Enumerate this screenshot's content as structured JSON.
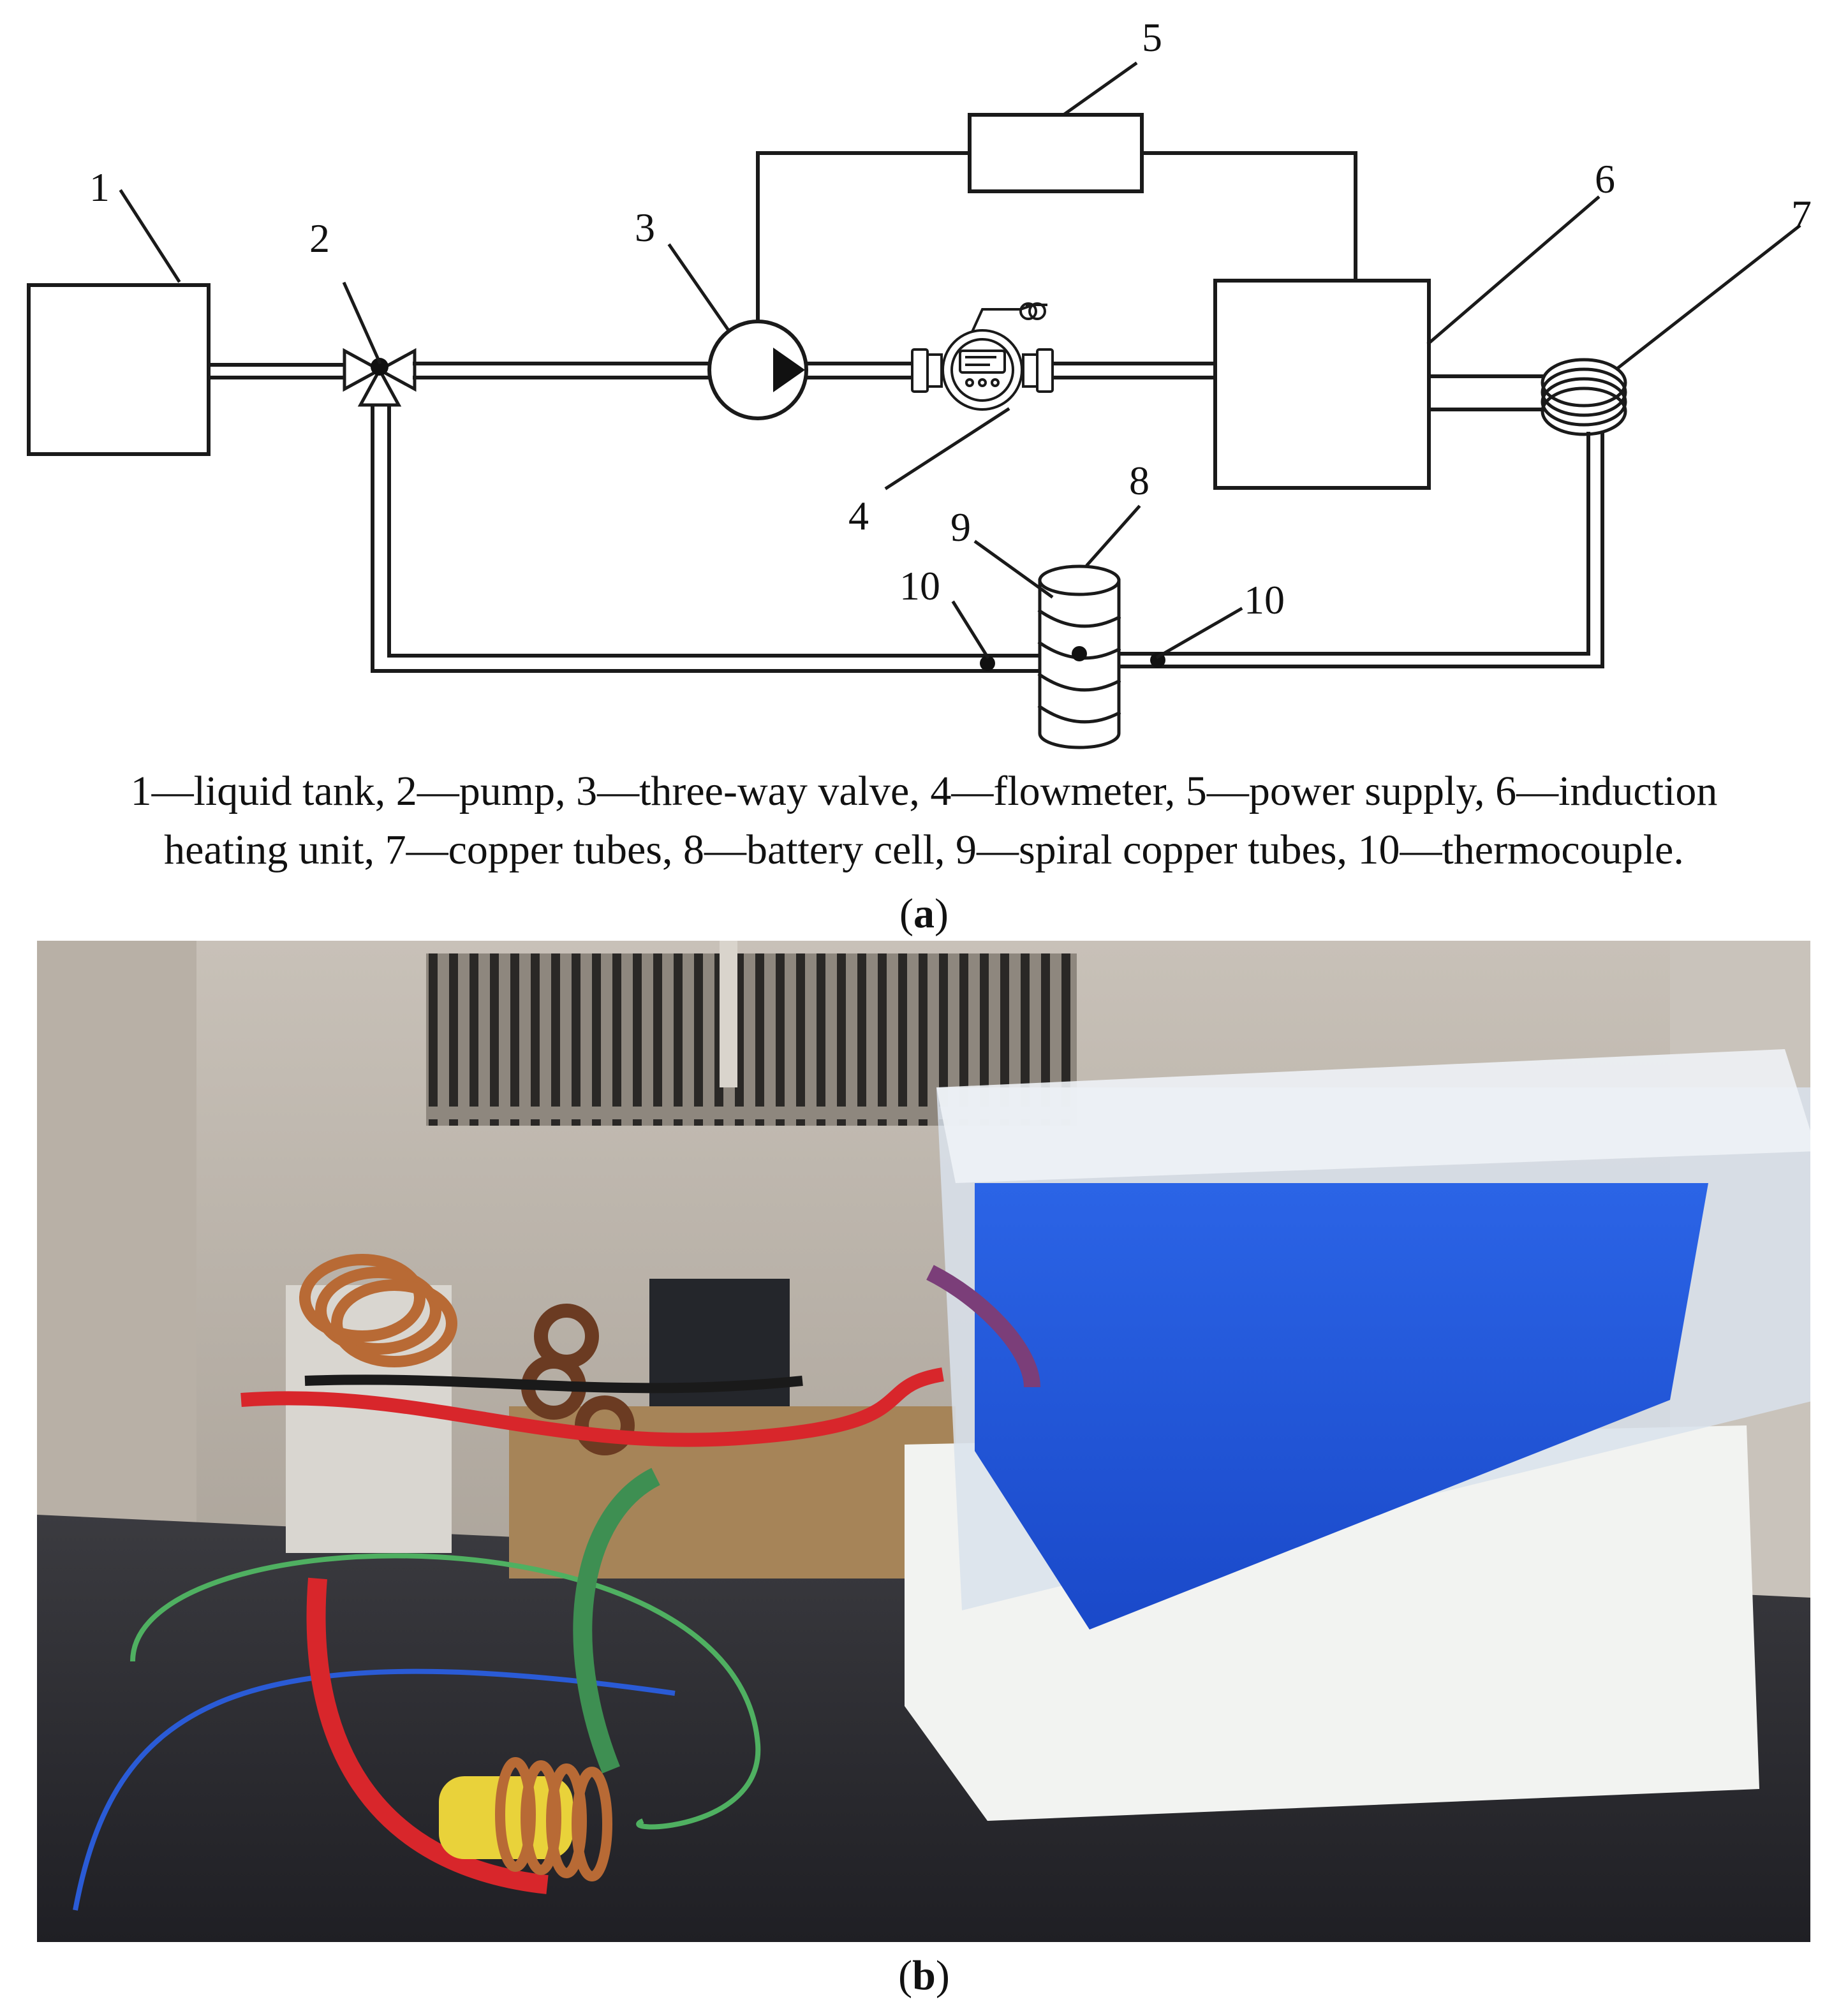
{
  "diagram": {
    "labels": {
      "n1": "1",
      "n2": "2",
      "n3": "3",
      "n4": "4",
      "n5": "5",
      "n6": "6",
      "n7": "7",
      "n8": "8",
      "n9": "9",
      "n10a": "10",
      "n10b": "10"
    }
  },
  "caption": {
    "line1": "1—liquid tank, 2—pump, 3—three-way valve, 4—flowmeter, 5—power supply, 6—induction",
    "line2": "heating unit, 7—copper tubes, 8—battery cell, 9—spiral copper tubes, 10—thermocouple."
  },
  "panels": {
    "a": "a",
    "b": "b"
  },
  "colors": {
    "line": "#1a1a1a",
    "coolant": "#1f5fe0",
    "red_wire": "#d8262b",
    "green_tube": "#3e8f52",
    "blue_wire": "#2a5bd6",
    "copper": "#b86a35",
    "foam": "#f2f3f1"
  }
}
